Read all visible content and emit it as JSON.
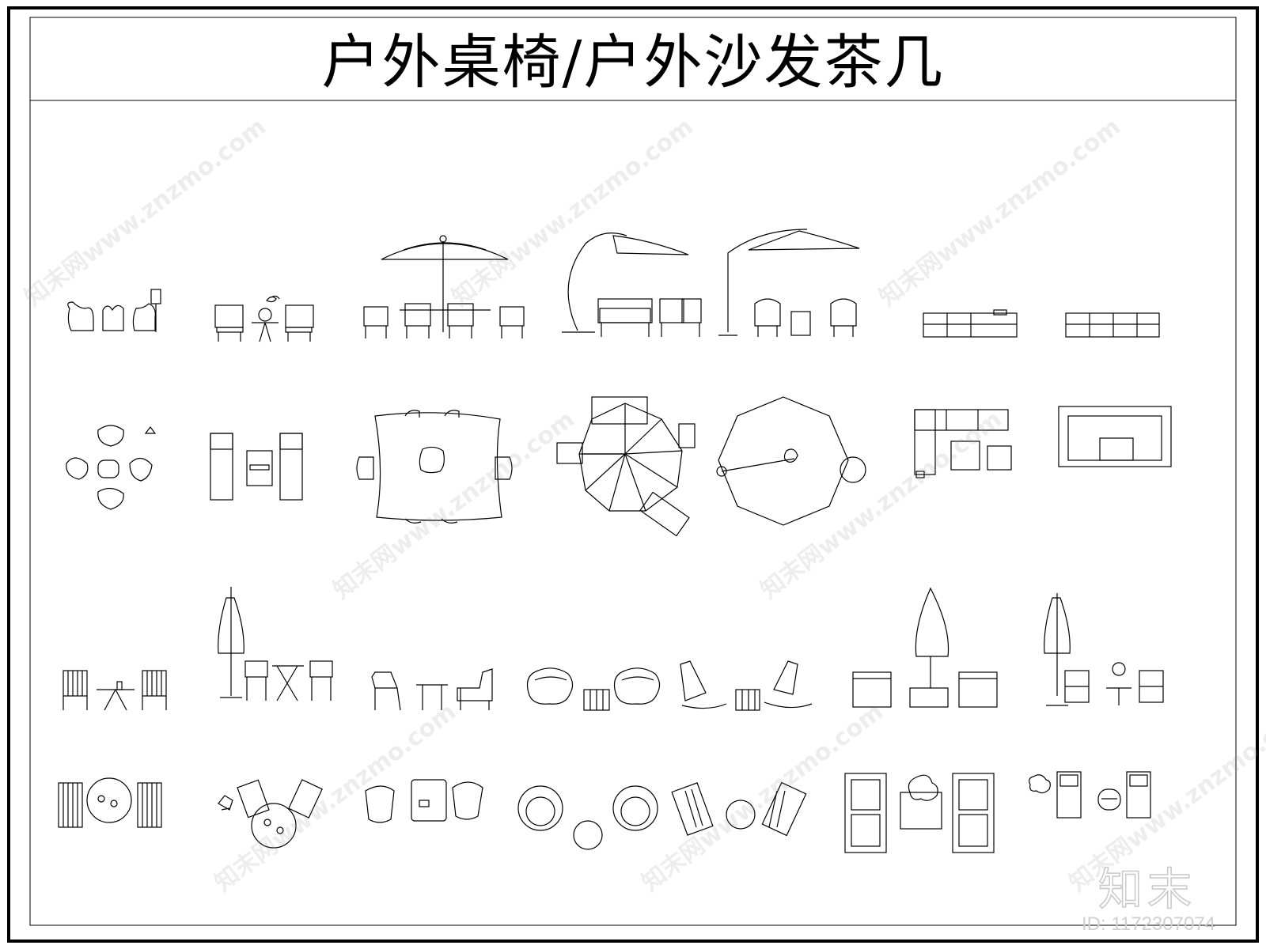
{
  "title": "户外桌椅/户外沙发茶几",
  "watermark": {
    "brand": "知末网www.znzmo.com",
    "logo": "知末",
    "image_id": "ID: 1172307074"
  },
  "colors": {
    "line": "#000000",
    "background": "#ffffff",
    "watermark": "#c8c8c8"
  },
  "blocks": [
    {
      "row": 1,
      "view": "elevation",
      "type": "lounge-chairs-set"
    },
    {
      "row": 1,
      "view": "elevation",
      "type": "armchairs-with-side-table"
    },
    {
      "row": 1,
      "view": "elevation",
      "type": "umbrella-dining-set"
    },
    {
      "row": 1,
      "view": "elevation",
      "type": "cantilever-umbrella-sofa-set"
    },
    {
      "row": 1,
      "view": "elevation",
      "type": "cantilever-umbrella-rattan-set"
    },
    {
      "row": 1,
      "view": "elevation",
      "type": "sectional-sofa"
    },
    {
      "row": 1,
      "view": "elevation",
      "type": "long-sofa"
    },
    {
      "row": 2,
      "view": "plan",
      "type": "chairs-around-table"
    },
    {
      "row": 2,
      "view": "plan",
      "type": "twin-loungers"
    },
    {
      "row": 2,
      "view": "plan",
      "type": "dining-table-plan"
    },
    {
      "row": 2,
      "view": "plan",
      "type": "umbrella-plan-with-loungers"
    },
    {
      "row": 2,
      "view": "plan",
      "type": "octagon-umbrella-plan"
    },
    {
      "row": 2,
      "view": "plan",
      "type": "l-sofa-plan"
    },
    {
      "row": 2,
      "view": "plan",
      "type": "u-sofa-plan"
    },
    {
      "row": 3,
      "view": "elevation",
      "type": "slat-chairs"
    },
    {
      "row": 3,
      "view": "elevation",
      "type": "closed-umbrella-bistro-set"
    },
    {
      "row": 3,
      "view": "elevation",
      "type": "lounge-chairs-low-table"
    },
    {
      "row": 3,
      "view": "elevation",
      "type": "bean-chairs-stool"
    },
    {
      "row": 3,
      "view": "elevation",
      "type": "rocking-chairs"
    },
    {
      "row": 3,
      "view": "elevation",
      "type": "cube-sofas-umbrella"
    },
    {
      "row": 3,
      "view": "elevation",
      "type": "closed-umbrella-chairs"
    },
    {
      "row": 4,
      "view": "plan",
      "type": "slat-chairs-round-table"
    },
    {
      "row": 4,
      "view": "plan",
      "type": "angled-chairs-round-table"
    },
    {
      "row": 4,
      "view": "plan",
      "type": "rattan-chairs-table"
    },
    {
      "row": 4,
      "view": "plan",
      "type": "bowl-chairs-round-table"
    },
    {
      "row": 4,
      "view": "plan",
      "type": "deck-chairs-round-table"
    },
    {
      "row": 4,
      "view": "plan",
      "type": "sofas-coffee-table"
    },
    {
      "row": 4,
      "view": "plan",
      "type": "loungers-side-table"
    }
  ]
}
